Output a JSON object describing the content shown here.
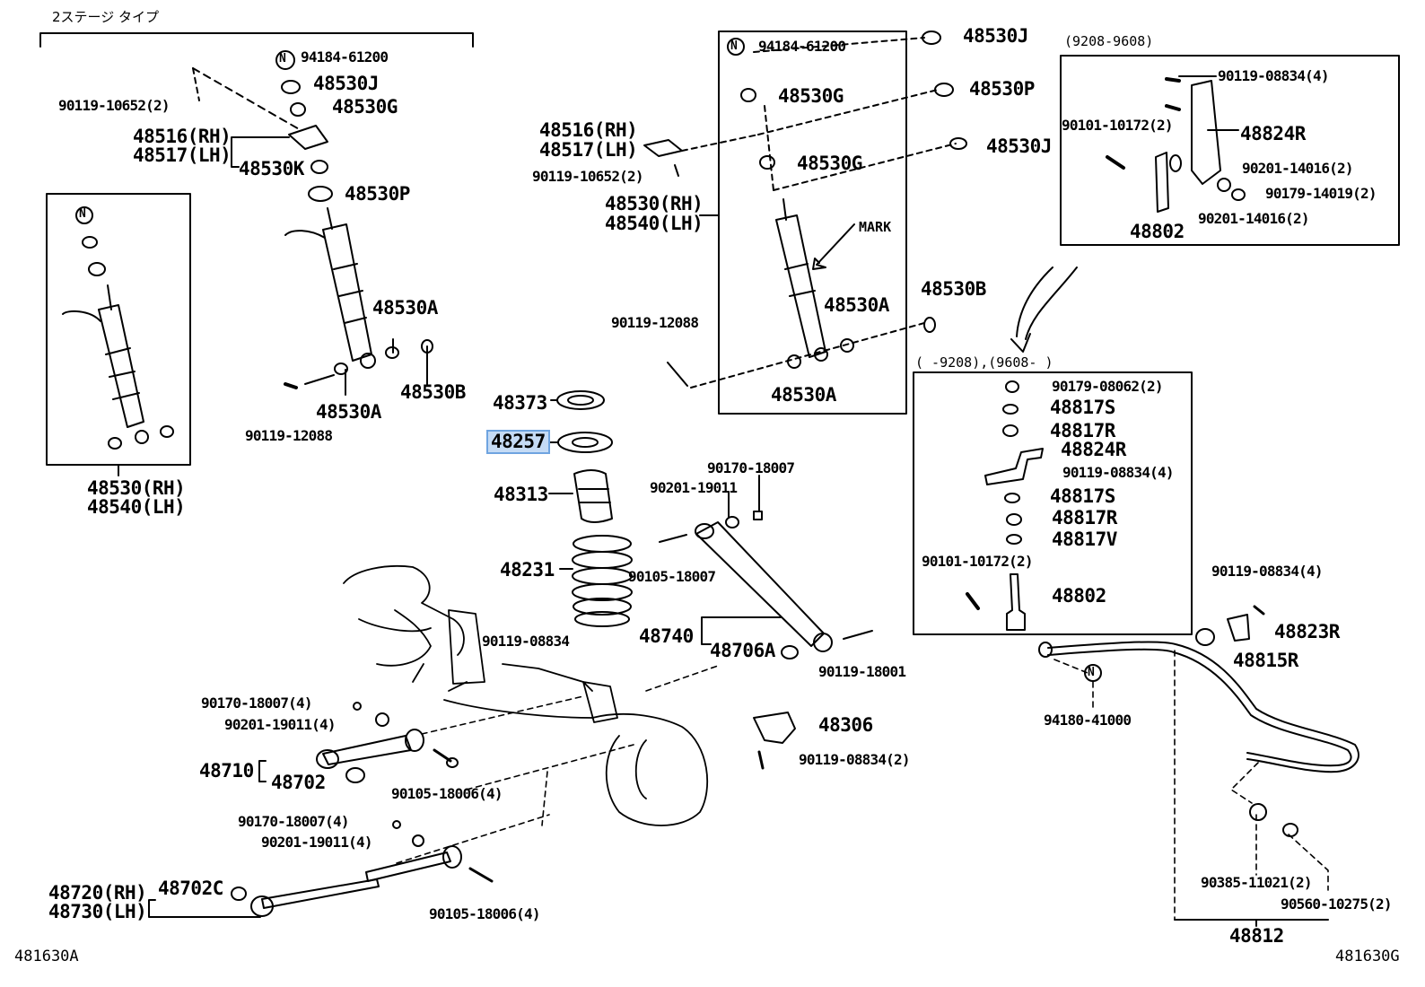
{
  "diagram": {
    "title_jp": "2ステージ タイプ",
    "code_left": "481630A",
    "code_right": "481630G",
    "highlighted_part": "48257",
    "date_range_top": "(9208-9608)",
    "date_range_mid": "(      -9208),(9608-      )",
    "mark_text": "MARK",
    "n_symbol": "N",
    "labels": {
      "l001": "94184-61200",
      "l002": "48530J",
      "l003": "48530G",
      "l004": "90119-10652(2)",
      "l005": "48516(RH)",
      "l006": "48517(LH)",
      "l007": "48530K",
      "l008": "48530P",
      "l009": "48530A",
      "l010": "48530B",
      "l011": "48530A",
      "l012": "90119-12088",
      "l013": "48530(RH)",
      "l014": "48540(LH)",
      "l015": "94184-61200",
      "l016": "48530J",
      "l017": "48530G",
      "l018": "48530P",
      "l019": "48516(RH)",
      "l020": "48517(LH)",
      "l021": "90119-10652(2)",
      "l022": "48530G",
      "l023": "48530J",
      "l024": "48530(RH)",
      "l025": "48540(LH)",
      "l026": "48530A",
      "l027": "48530B",
      "l028": "90119-12088",
      "l029": "48530A",
      "l030": "90119-08834(4)",
      "l031": "90101-10172(2)",
      "l032": "48824R",
      "l033": "90201-14016(2)",
      "l034": "90179-14019(2)",
      "l035": "90201-14016(2)",
      "l036": "48802",
      "l037": "48373",
      "l038": "48257",
      "l039": "48313",
      "l040": "48231",
      "l041": "90170-18007",
      "l042": "90201-19011",
      "l043": "90105-18007",
      "l044": "48740",
      "l045": "48706A",
      "l046": "90119-18001",
      "l047": "90119-08834",
      "l048": "90179-08062(2)",
      "l049": "48817S",
      "l050": "48817R",
      "l051": "48824R",
      "l052": "90119-08834(4)",
      "l053": "48817S",
      "l054": "48817R",
      "l055": "48817V",
      "l056": "90101-10172(2)",
      "l057": "48802",
      "l058": "90119-08834(4)",
      "l059": "48823R",
      "l060": "48815R",
      "l061": "94180-41000",
      "l062": "48306",
      "l063": "90119-08834(2)",
      "l064": "90170-18007(4)",
      "l065": "90201-19011(4)",
      "l066": "48710",
      "l067": "48702",
      "l068": "90105-18006(4)",
      "l069": "90170-18007(4)",
      "l070": "90201-19011(4)",
      "l071": "48720(RH)",
      "l072": "48730(LH)",
      "l073": "48702C",
      "l074": "90105-18006(4)",
      "l075": "90385-11021(2)",
      "l076": "90560-10275(2)",
      "l077": "48812"
    }
  }
}
